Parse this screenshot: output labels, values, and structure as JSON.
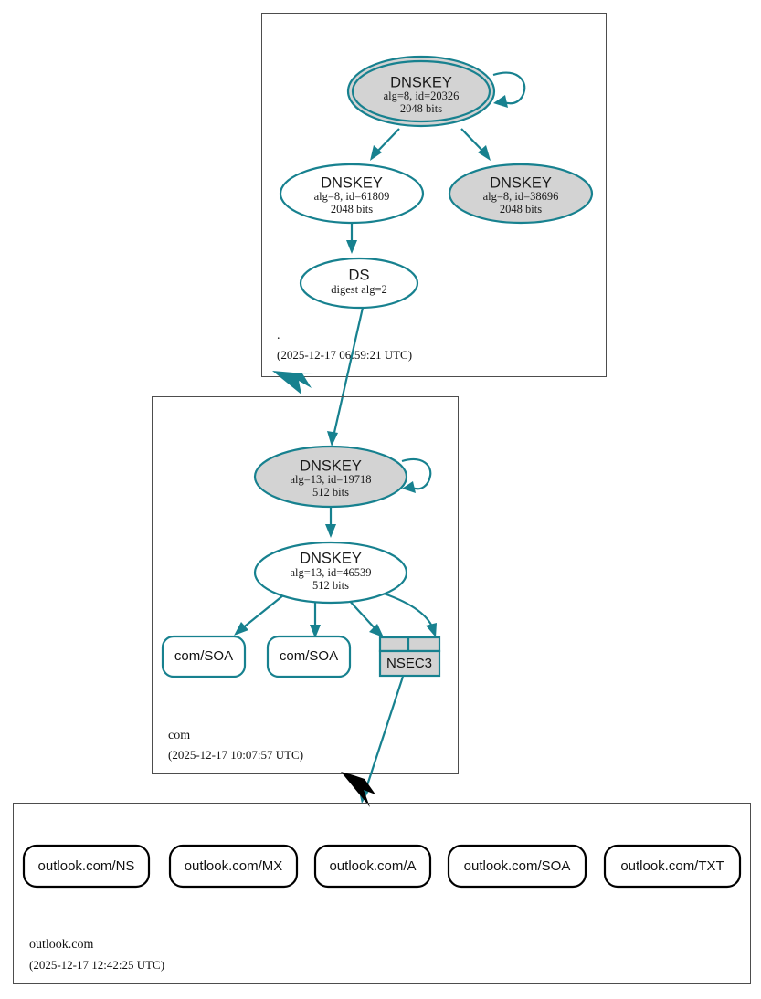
{
  "diagram": {
    "type": "dnssec-authentication-chain",
    "colors": {
      "secure": "#17818f",
      "insecure": "#000000",
      "sep_fill": "#d3d3d3",
      "node_fill": "#ffffff",
      "zone_border": "#4d4d4d"
    }
  },
  "zones": [
    {
      "id": "root",
      "name": ".",
      "timestamp": "(2025-12-17 06:59:21 UTC)",
      "nodes": [
        {
          "id": "root-ksk",
          "kind": "DNSKEY",
          "title": "DNSKEY",
          "params": "alg=8, id=20326",
          "size": "2048 bits",
          "style": "trust-anchor",
          "self_signed": true
        },
        {
          "id": "root-zsk-61809",
          "kind": "DNSKEY",
          "title": "DNSKEY",
          "params": "alg=8, id=61809",
          "size": "2048 bits",
          "style": "plain",
          "self_signed": false
        },
        {
          "id": "root-zsk-38696",
          "kind": "DNSKEY",
          "title": "DNSKEY",
          "params": "alg=8, id=38696",
          "size": "2048 bits",
          "style": "sep",
          "self_signed": false
        },
        {
          "id": "root-ds",
          "kind": "DS",
          "title": "DS",
          "params": "digest alg=2",
          "size": "",
          "style": "plain",
          "self_signed": false
        }
      ]
    },
    {
      "id": "com",
      "name": "com",
      "timestamp": "(2025-12-17 10:07:57 UTC)",
      "nodes": [
        {
          "id": "com-ksk",
          "kind": "DNSKEY",
          "title": "DNSKEY",
          "params": "alg=13, id=19718",
          "size": "512 bits",
          "style": "sep",
          "self_signed": true
        },
        {
          "id": "com-zsk",
          "kind": "DNSKEY",
          "title": "DNSKEY",
          "params": "alg=13, id=46539",
          "size": "512 bits",
          "style": "plain",
          "self_signed": false
        },
        {
          "id": "com-soa-1",
          "kind": "RRset",
          "title": "com/SOA",
          "style": "secure"
        },
        {
          "id": "com-soa-2",
          "kind": "RRset",
          "title": "com/SOA",
          "style": "secure"
        },
        {
          "id": "com-nsec3",
          "kind": "NSEC3",
          "title": "NSEC3",
          "style": "secure"
        }
      ]
    },
    {
      "id": "outlook",
      "name": "outlook.com",
      "timestamp": "(2025-12-17 12:42:25 UTC)",
      "nodes": [
        {
          "id": "outlook-ns",
          "kind": "RRset",
          "title": "outlook.com/NS",
          "style": "insecure"
        },
        {
          "id": "outlook-mx",
          "kind": "RRset",
          "title": "outlook.com/MX",
          "style": "insecure"
        },
        {
          "id": "outlook-a",
          "kind": "RRset",
          "title": "outlook.com/A",
          "style": "insecure"
        },
        {
          "id": "outlook-soa",
          "kind": "RRset",
          "title": "outlook.com/SOA",
          "style": "insecure"
        },
        {
          "id": "outlook-txt",
          "kind": "RRset",
          "title": "outlook.com/TXT",
          "style": "insecure"
        }
      ]
    }
  ],
  "edges": [
    {
      "from": "root-ksk",
      "to": "root-ksk",
      "style": "secure",
      "kind": "self-sign"
    },
    {
      "from": "root-ksk",
      "to": "root-zsk-61809",
      "style": "secure",
      "kind": "sign"
    },
    {
      "from": "root-ksk",
      "to": "root-zsk-38696",
      "style": "secure",
      "kind": "sign"
    },
    {
      "from": "root-zsk-61809",
      "to": "root-ds",
      "style": "secure",
      "kind": "sign"
    },
    {
      "from": "root-ds",
      "to": "com-ksk",
      "style": "secure",
      "kind": "delegation"
    },
    {
      "from": "root",
      "to": "com",
      "style": "secure",
      "kind": "zone-delegation"
    },
    {
      "from": "com-ksk",
      "to": "com-ksk",
      "style": "secure",
      "kind": "self-sign"
    },
    {
      "from": "com-ksk",
      "to": "com-zsk",
      "style": "secure",
      "kind": "sign"
    },
    {
      "from": "com-zsk",
      "to": "com-soa-1",
      "style": "secure",
      "kind": "sign"
    },
    {
      "from": "com-zsk",
      "to": "com-soa-2",
      "style": "secure",
      "kind": "sign"
    },
    {
      "from": "com-zsk",
      "to": "com-nsec3",
      "style": "secure",
      "kind": "sign"
    },
    {
      "from": "com-zsk",
      "to": "com-nsec3",
      "style": "secure",
      "kind": "sign"
    },
    {
      "from": "com-nsec3",
      "to": "outlook",
      "style": "secure",
      "kind": "proof"
    },
    {
      "from": "com",
      "to": "outlook",
      "style": "insecure",
      "kind": "zone-delegation"
    }
  ]
}
